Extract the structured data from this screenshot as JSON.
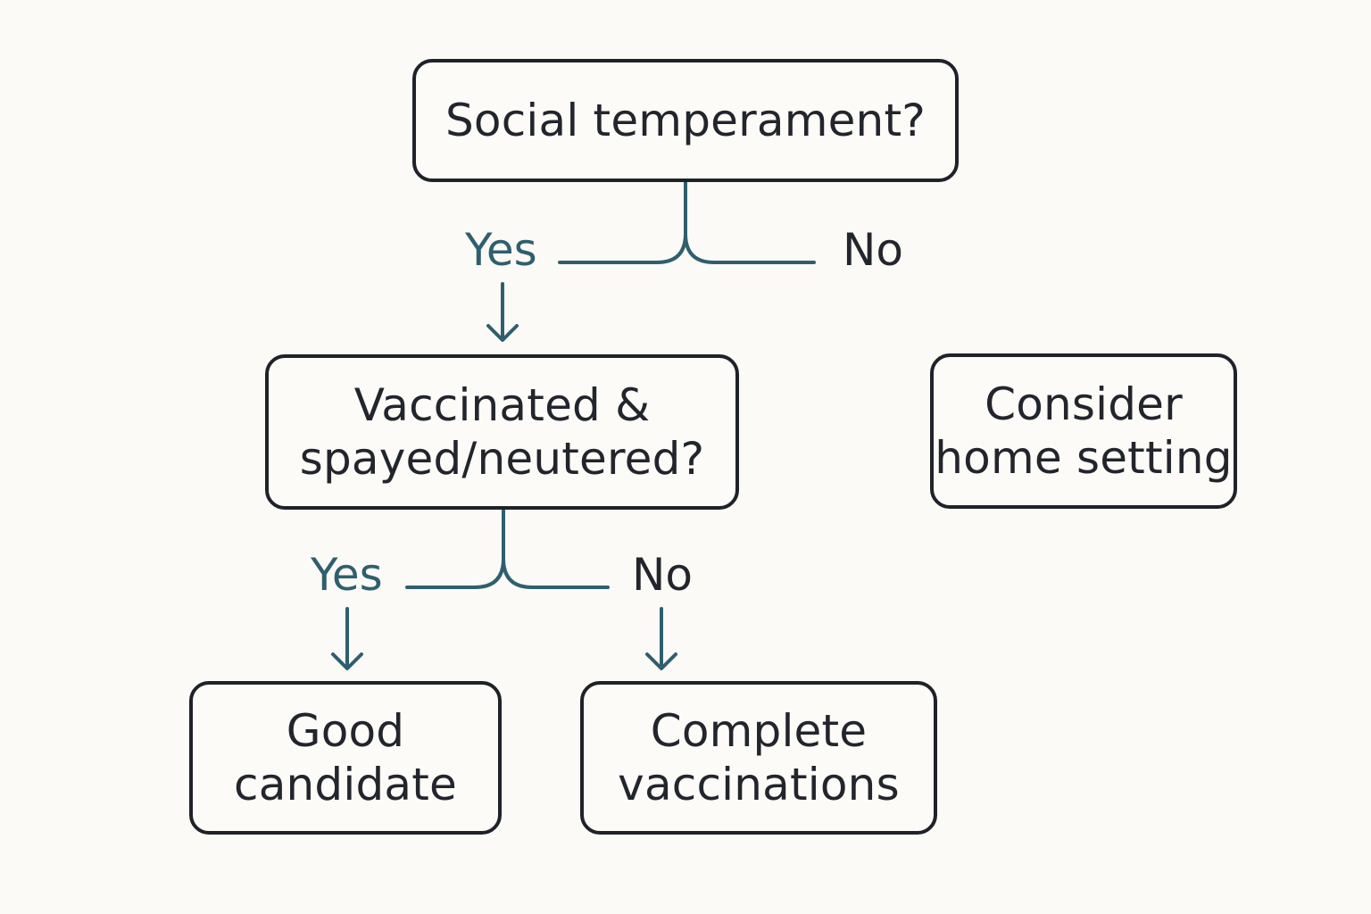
{
  "nodes": {
    "q1": {
      "text": "Social temperament?"
    },
    "q2": {
      "line1": "Vaccinated &",
      "line2": "spayed/neutered?"
    },
    "consider": {
      "line1": "Consider",
      "line2": "home setting"
    },
    "good": {
      "line1": "Good",
      "line2": "candidate"
    },
    "complete": {
      "line1": "Complete",
      "line2": "vaccinations"
    }
  },
  "labels": {
    "q1_yes": "Yes",
    "q1_no": "No",
    "q2_yes": "Yes",
    "q2_no": "No"
  },
  "colors": {
    "yes_branch": "#2f5f6e",
    "box_border": "#1f2228",
    "text": "#22252b",
    "background": "#fbfaf6"
  }
}
